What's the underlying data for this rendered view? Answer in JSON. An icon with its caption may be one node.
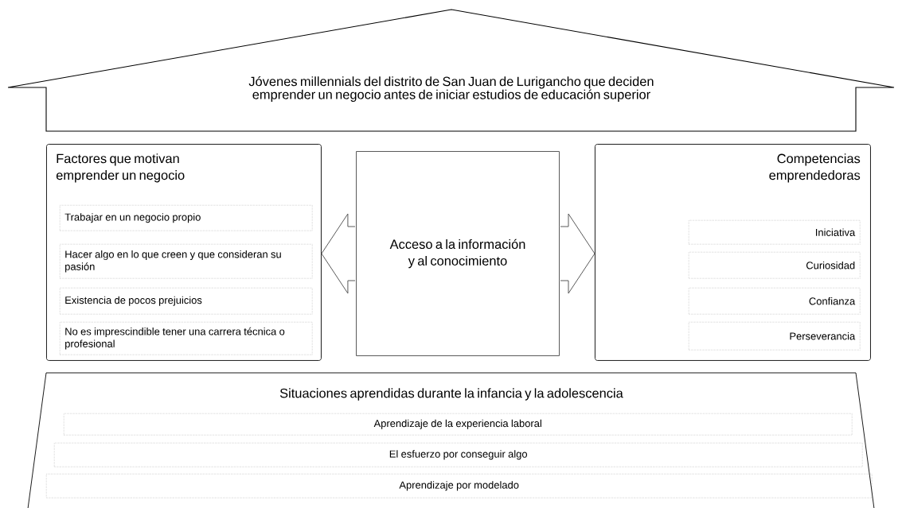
{
  "diagram": {
    "nodes": [
      {
        "text": [
          "Jóvenes millennials del distrito de San Juan de Lurigancho que deciden emprender un negocio antes de iniciar estudios de educación superior"
        ]
      },
      {
        "text": [
          "Factores que motivan emprender un negocio"
        ]
      },
      {
        "text": [
          "Trabajar en un negocio propio"
        ],
        "in": 1
      },
      {
        "text": [
          "Hacer algo en lo que creen y que consideran su pasión"
        ],
        "in": 1
      },
      {
        "text": [
          "Existencia de pocos prejuicios"
        ],
        "in": 1
      },
      {
        "text": [
          "No es imprescindible tener una carrera técnica o profesional"
        ],
        "in": 1
      },
      {
        "text": [
          "Acceso a la información y al conocimiento"
        ]
      },
      {
        "text": [
          "Competencias emprendedoras"
        ]
      },
      {
        "text": [
          "Iniciativa"
        ],
        "in": 7
      },
      {
        "text": [
          "Curiosidad"
        ],
        "in": 7
      },
      {
        "text": [
          "Confianza"
        ],
        "in": 7
      },
      {
        "text": [
          "Perseverancia"
        ],
        "in": 7
      },
      {
        "text": [
          "Situaciones aprendidas durante la infancia y la adolescencia"
        ]
      },
      {
        "text": [
          "Aprendizaje de la experiencia laboral"
        ],
        "in": 12
      },
      {
        "text": [
          "El esfuerzo por conseguir algo"
        ],
        "in": 12
      },
      {
        "text": [
          "Aprendizaje por modelado"
        ],
        "in": 12
      }
    ],
    "edges": [
      {
        "from": 6,
        "to": 1,
        "arrow": "to"
      },
      {
        "from": 6,
        "to": 7,
        "arrow": "to"
      }
    ]
  }
}
